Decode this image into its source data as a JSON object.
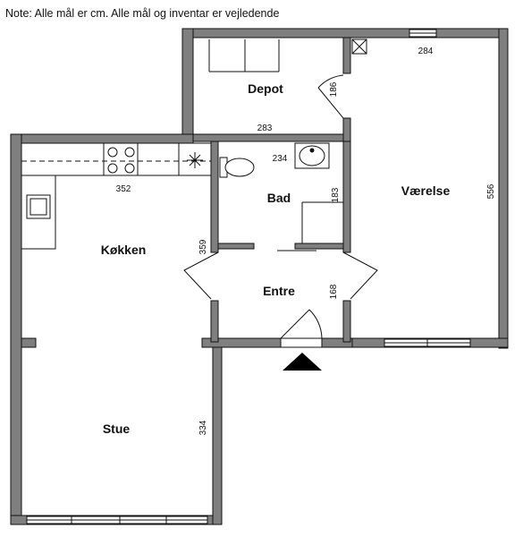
{
  "note": "Note: Alle mål er cm. Alle mål og inventar er vejledende",
  "rooms": {
    "depot": "Depot",
    "bad": "Bad",
    "vaerelse": "Værelse",
    "koekken": "Køkken",
    "entre": "Entre",
    "stue": "Stue"
  },
  "dimensions": {
    "depot_width": "283",
    "depot_door": "186",
    "vaerelse_top": "284",
    "vaerelse_height": "556",
    "bad_width": "234",
    "bad_height": "183",
    "koekken_width": "352",
    "koekken_height": "359",
    "entre_height": "168",
    "stue_height": "334"
  },
  "colors": {
    "wall": "#7f7f7f",
    "line": "#111111",
    "arrow": "#000000"
  }
}
